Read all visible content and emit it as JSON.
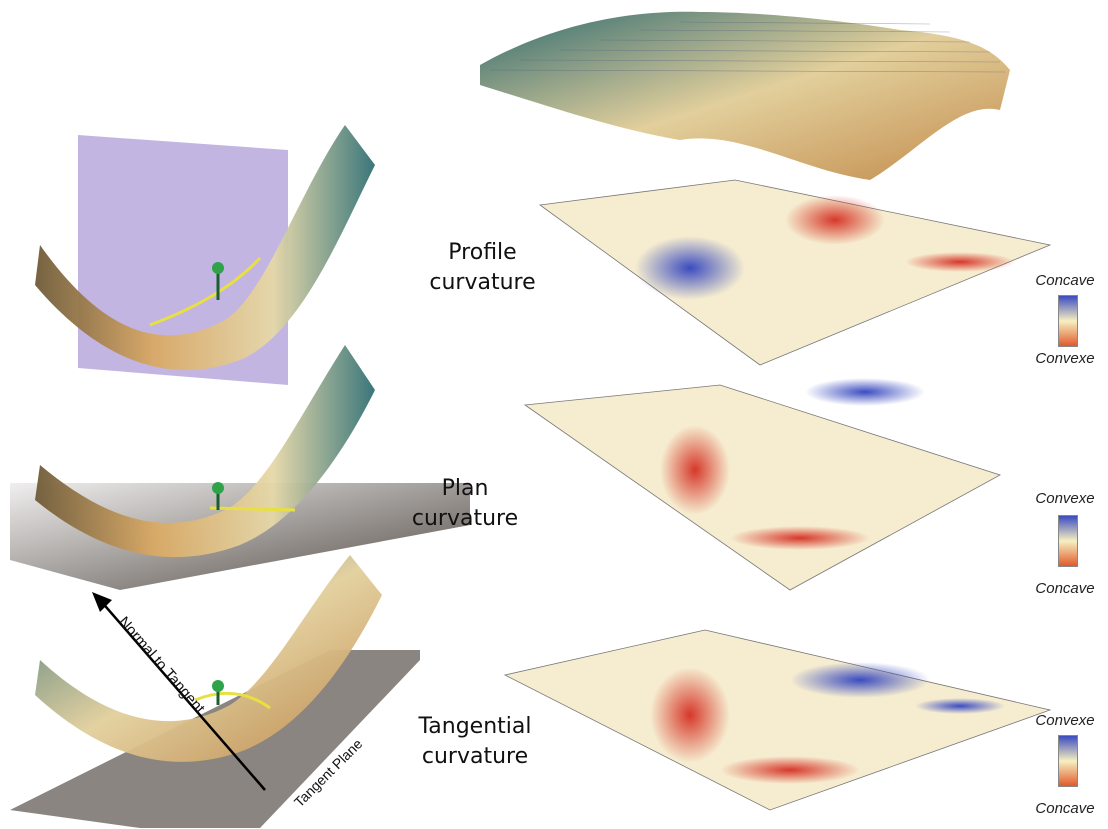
{
  "rows": [
    {
      "label_line1": "Profile",
      "label_line2": "curvature",
      "legend_top": "Concave",
      "legend_bottom": "Convexe"
    },
    {
      "label_line1": "Plan",
      "label_line2": "curvature",
      "legend_top": "Convexe",
      "legend_bottom": "Concave"
    },
    {
      "label_line1": "Tangential",
      "label_line2": "curvature",
      "legend_top": "Convexe",
      "legend_bottom": "Concave"
    }
  ],
  "annotations": {
    "normal": "Normal to Tangent",
    "tangent_plane": "Tangent Plane"
  },
  "colors": {
    "concave_blue": "#3b4cc0",
    "neutral_yellow": "#f7f0c0",
    "convex_red": "#e05a2b",
    "surface_teal": "#2f6f73",
    "surface_tan": "#d8b878",
    "plane_purple": "#b9a8dc",
    "plane_gray": "#8a8580"
  }
}
